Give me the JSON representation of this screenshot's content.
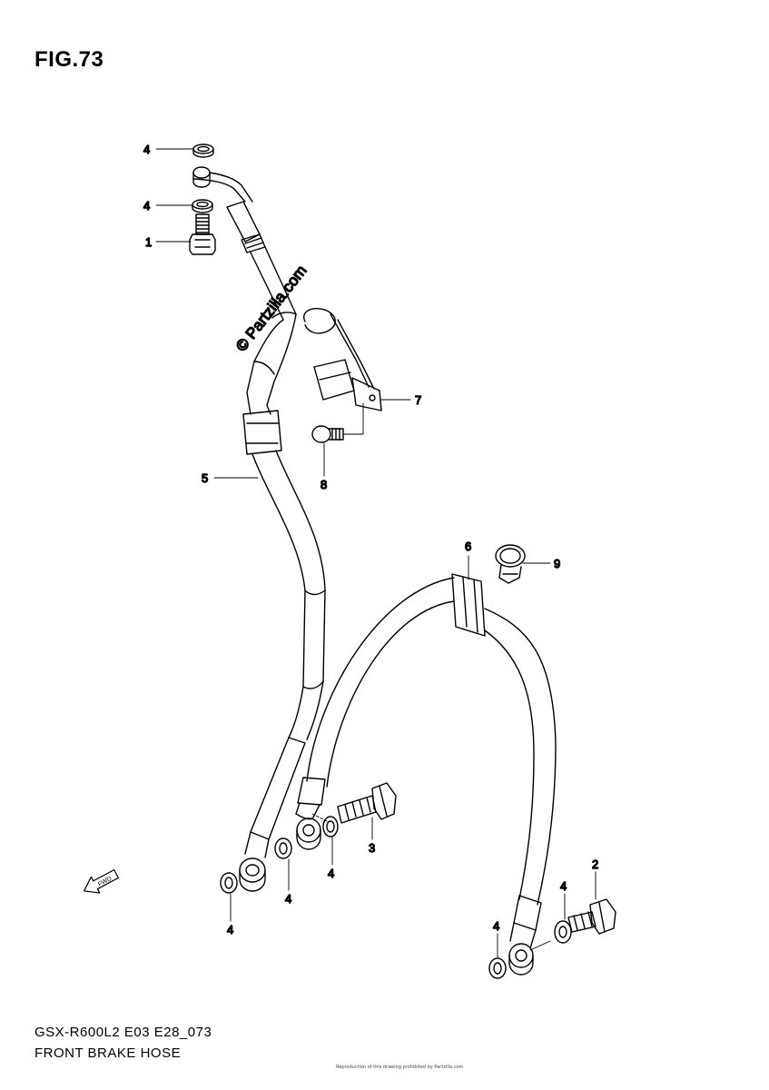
{
  "figure": {
    "title": "FIG.73",
    "watermark": "© Partzilla.com",
    "model_code": "GSX-R600L2 E03 E28_073",
    "diagram_name": "FRONT BRAKE HOSE",
    "fine_print": "Reproduction of this drawing prohibited by Partzilla.com"
  },
  "callouts": [
    {
      "id": "c1",
      "label": "4",
      "part": "washer"
    },
    {
      "id": "c2",
      "label": "4",
      "part": "washer"
    },
    {
      "id": "c3",
      "label": "1",
      "part": "union-bolt"
    },
    {
      "id": "c4",
      "label": "7",
      "part": "hose-bracket"
    },
    {
      "id": "c5",
      "label": "8",
      "part": "bracket-bolt"
    },
    {
      "id": "c6",
      "label": "5",
      "part": "brake-hose-upper"
    },
    {
      "id": "c7",
      "label": "6",
      "part": "hose-grommet"
    },
    {
      "id": "c8",
      "label": "9",
      "part": "hose-clamp"
    },
    {
      "id": "c9",
      "label": "3",
      "part": "union-bolt"
    },
    {
      "id": "c10",
      "label": "4",
      "part": "washer"
    },
    {
      "id": "c11",
      "label": "4",
      "part": "washer"
    },
    {
      "id": "c12",
      "label": "4",
      "part": "washer"
    },
    {
      "id": "c13",
      "label": "2",
      "part": "union-bolt"
    },
    {
      "id": "c14",
      "label": "4",
      "part": "washer"
    },
    {
      "id": "c15",
      "label": "4",
      "part": "washer"
    }
  ],
  "direction_marker": {
    "label": "FWD",
    "icon": "forward-arrow-icon"
  }
}
